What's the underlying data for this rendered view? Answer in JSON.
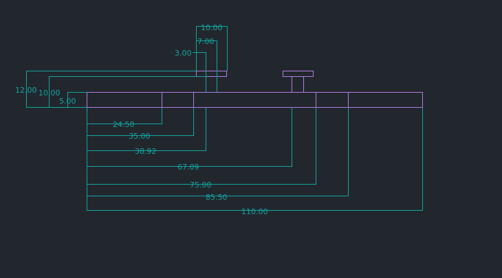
{
  "colors": {
    "background": "#22272e",
    "part_outline": "#b07ee0",
    "dimension": "#13a5a0"
  },
  "dimensions": {
    "pin_width_outer": "10.00",
    "pin_width_inner": "7.00",
    "pin_offset": "3.00",
    "height_total": "12.00",
    "height_head": "10.00",
    "height_plate": "5.00",
    "pos_24_50": "24.50",
    "pos_35_00": "35.00",
    "pos_38_92": "38.92",
    "pos_67_09": "67.09",
    "pos_75_00": "75.00",
    "pos_85_50": "85.50",
    "length_total": "110.00"
  }
}
